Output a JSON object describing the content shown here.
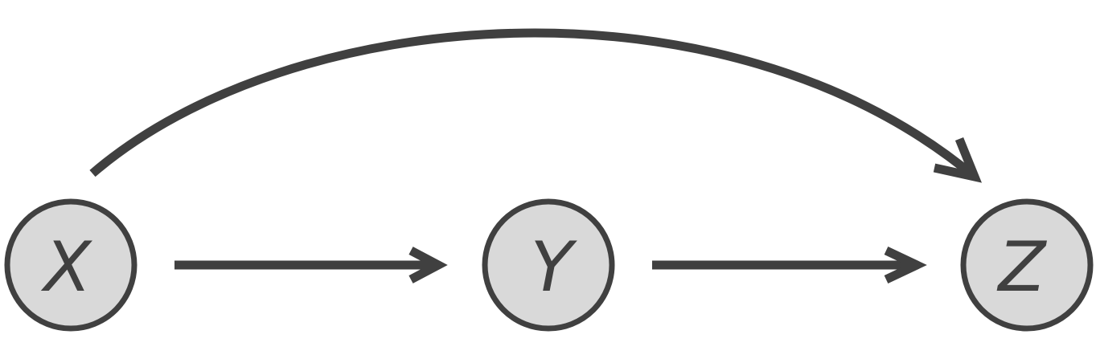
{
  "colors": {
    "stroke": "#404040",
    "node_fill": "#d9d9d9",
    "label": "#404040",
    "background": "#ffffff"
  },
  "nodes": {
    "x": {
      "label": "X"
    },
    "y": {
      "label": "Y"
    },
    "z": {
      "label": "Z"
    }
  },
  "edges": [
    {
      "from": "X",
      "to": "Y"
    },
    {
      "from": "Y",
      "to": "Z"
    },
    {
      "from": "X",
      "to": "Z"
    }
  ]
}
